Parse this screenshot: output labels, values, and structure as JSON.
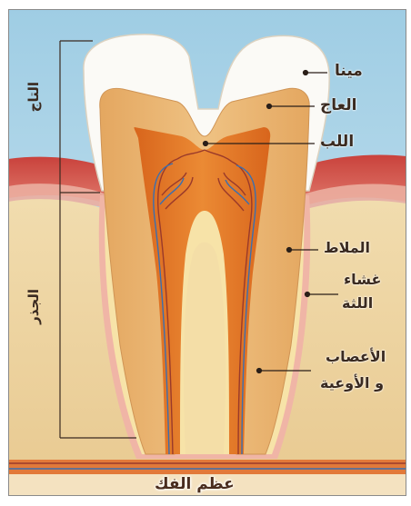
{
  "labels": {
    "enamel": "مينا",
    "dentin": "العاج",
    "pulp": "اللب",
    "cementum": "الملاط",
    "gum_line1": "غشاء",
    "gum_line2": "اللثة",
    "nerves_line1": "الأعصاب",
    "nerves_line2": "و الأوعية",
    "jaw_bone": "عظم الفك",
    "crown": "التاج",
    "root": "الجذر"
  },
  "colors": {
    "enamel": "#fbfaf6",
    "dentin": "#e7b06a",
    "pulp": "#e47d2c",
    "gum": "#d7554e",
    "bone": "#efd6a6",
    "sky": "#a8d2e6"
  }
}
